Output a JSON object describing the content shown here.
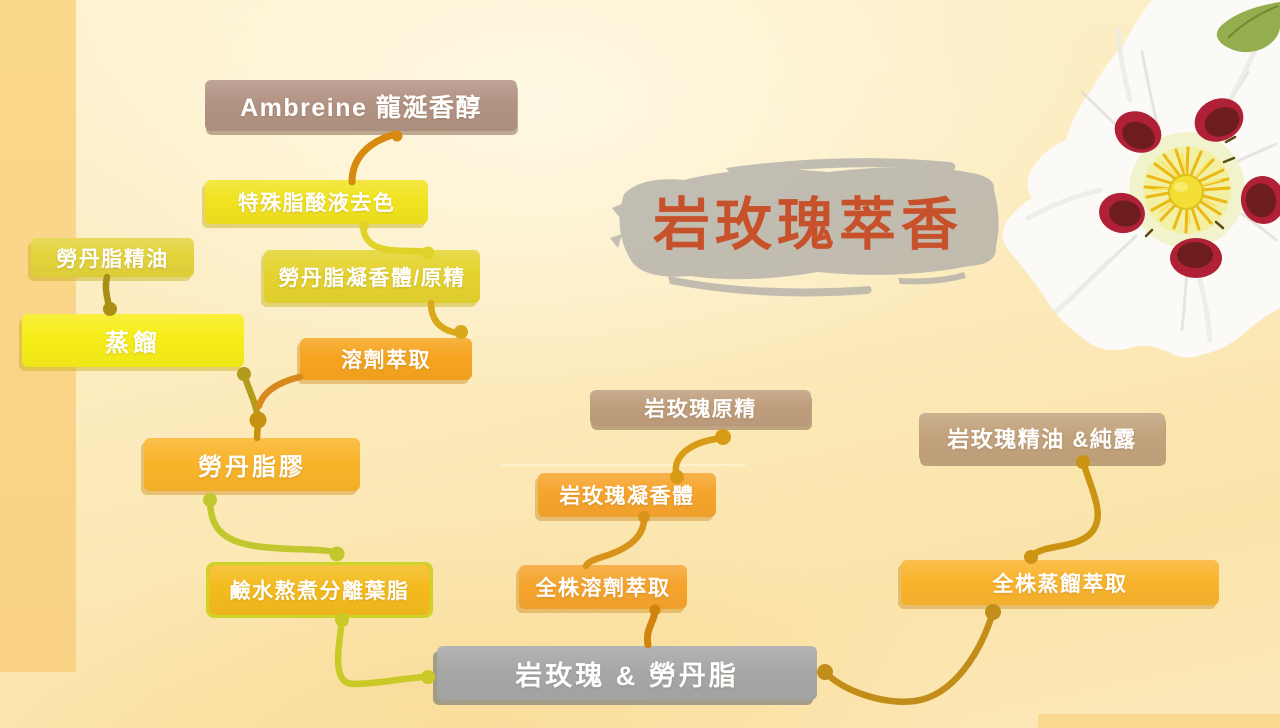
{
  "slide_title": {
    "text": "岩玫瑰萃香",
    "color": "#c7512b"
  },
  "nodes": [
    {
      "id": "ambreine",
      "label": "Ambreine 龍涎香醇",
      "color": "#b29383"
    },
    {
      "id": "special-acid-decolor",
      "label": "特殊脂酸液去色",
      "color": "#f1e31f"
    },
    {
      "id": "labdanum-essential-oil",
      "label": "勞丹脂精油",
      "color": "#e3d33b"
    },
    {
      "id": "labdanum-concrete",
      "label": "勞丹脂凝香體/原精",
      "color": "#e4d32e"
    },
    {
      "id": "distillation",
      "label": "蒸餾",
      "color": "#f7ed18"
    },
    {
      "id": "solvent-extraction",
      "label": "溶劑萃取",
      "color": "#f6a41f"
    },
    {
      "id": "labdanum-gum",
      "label": "勞丹脂膠",
      "color": "#f9b42a"
    },
    {
      "id": "lye-boil-separation",
      "label": "鹼水熬煮分離葉脂",
      "color": "#f4bb1e"
    },
    {
      "id": "rockrose-absolute",
      "label": "岩玫瑰原精",
      "color": "#bf9e7d"
    },
    {
      "id": "rockrose-concrete",
      "label": "岩玫瑰凝香體",
      "color": "#f6a42c"
    },
    {
      "id": "whole-plant-solvent",
      "label": "全株溶劑萃取",
      "color": "#f6a42c"
    },
    {
      "id": "rockrose-oil-hydrosol",
      "label": "岩玫瑰精油 &純露",
      "color": "#c2a37c"
    },
    {
      "id": "whole-plant-distill",
      "label": "全株蒸餾萃取",
      "color": "#f9b42e"
    },
    {
      "id": "rockrose-and-labdanum",
      "label": "岩玫瑰 & 勞丹脂",
      "color": "#a5a8a7"
    }
  ],
  "edges": [
    {
      "from": "ambreine",
      "to": "special-acid-decolor"
    },
    {
      "from": "special-acid-decolor",
      "to": "labdanum-concrete"
    },
    {
      "from": "labdanum-essential-oil",
      "to": "distillation"
    },
    {
      "from": "labdanum-concrete",
      "to": "solvent-extraction"
    },
    {
      "from": "distillation",
      "to": "labdanum-gum"
    },
    {
      "from": "solvent-extraction",
      "to": "labdanum-gum"
    },
    {
      "from": "labdanum-gum",
      "to": "lye-boil-separation"
    },
    {
      "from": "lye-boil-separation",
      "to": "rockrose-and-labdanum"
    },
    {
      "from": "rockrose-absolute",
      "to": "rockrose-concrete"
    },
    {
      "from": "rockrose-concrete",
      "to": "whole-plant-solvent"
    },
    {
      "from": "whole-plant-solvent",
      "to": "rockrose-and-labdanum"
    },
    {
      "from": "rockrose-oil-hydrosol",
      "to": "whole-plant-distill"
    },
    {
      "from": "whole-plant-distill",
      "to": "rockrose-and-labdanum"
    }
  ],
  "decor": {
    "flower": "white-cistus-rock-rose-flower",
    "brush_color": "#b3b0aa"
  }
}
